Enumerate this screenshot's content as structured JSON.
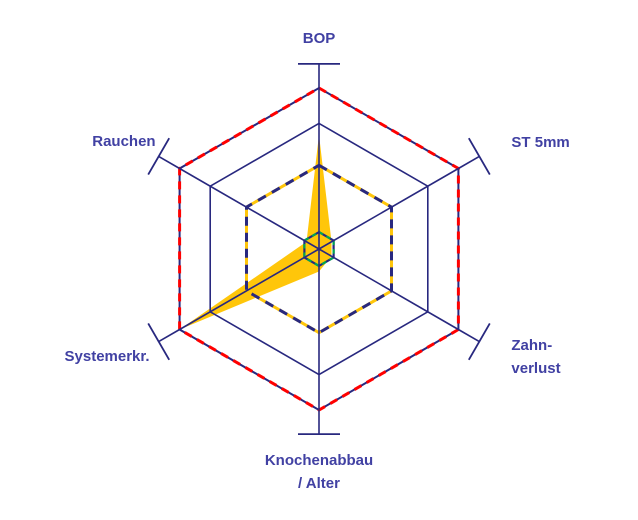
{
  "page": {
    "title": ""
  },
  "colors": {
    "background": "#ffffff",
    "navy": "#28287f",
    "label": "#4141a3",
    "red": "#ff0000",
    "yellow": "#ffc60a",
    "green": "#00a651"
  },
  "chart_data": {
    "type": "radar",
    "title": "",
    "legend": null,
    "grid": "concentric-hexagons",
    "scale": {
      "min": 0,
      "max": 1
    },
    "axes": [
      {
        "id": "bop",
        "label_lines": [
          "BOP"
        ],
        "value": 0.71
      },
      {
        "id": "st5mm",
        "label_lines": [
          "ST 5mm"
        ],
        "value": 0.09
      },
      {
        "id": "zahnverlust",
        "label_lines": [
          "Zahn-",
          "verlust"
        ],
        "value": 0.09
      },
      {
        "id": "knochenabbau",
        "label_lines": [
          "Knochenabbau",
          "/ Alter"
        ],
        "value": 0.14
      },
      {
        "id": "systemerkr",
        "label_lines": [
          "Systemerkr."
        ],
        "value": 1.0
      },
      {
        "id": "rauchen",
        "label_lines": [
          "Rauchen"
        ],
        "value": 0.09
      }
    ],
    "rings": [
      {
        "name": "high-risk-boundary",
        "r": 1.0,
        "layers": [
          {
            "color": "navy",
            "width": 2.0
          },
          {
            "color": "red",
            "width": 3.0,
            "dash": "8 6"
          }
        ]
      },
      {
        "name": "grid-ring",
        "r": 0.78,
        "layers": [
          {
            "color": "navy",
            "width": 1.6
          }
        ]
      },
      {
        "name": "moderate-risk-boundary",
        "r": 0.52,
        "layers": [
          {
            "color": "yellow",
            "width": 3.0
          },
          {
            "color": "navy",
            "width": 3.0,
            "dash": "9 7"
          }
        ]
      },
      {
        "name": "low-risk-boundary",
        "r": 0.105,
        "layers": [
          {
            "color": "navy",
            "width": 2.2
          },
          {
            "color": "green",
            "width": 2.2,
            "dash": "4.5 4"
          }
        ]
      }
    ],
    "series": [
      {
        "name": "risk-profile",
        "fill_color": "yellow",
        "values": [
          0.71,
          0.09,
          0.09,
          0.14,
          1.0,
          0.09
        ]
      }
    ]
  }
}
